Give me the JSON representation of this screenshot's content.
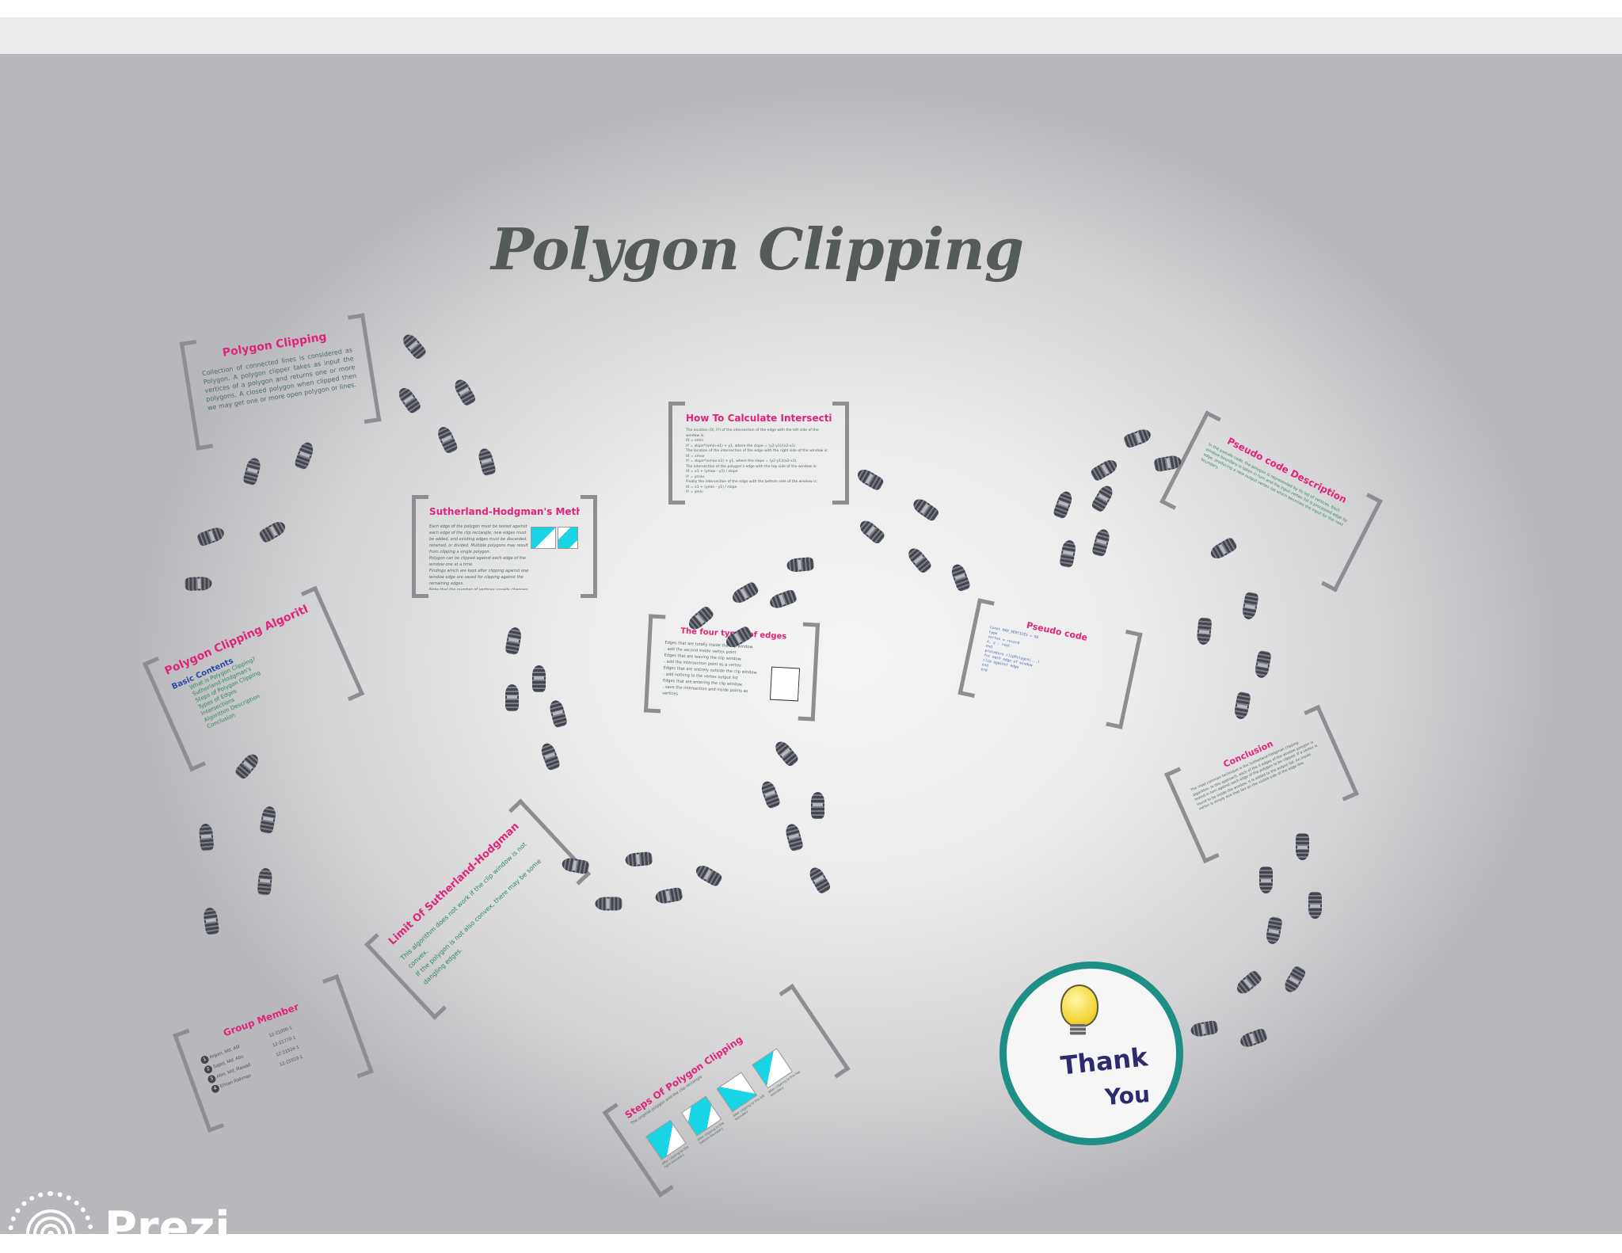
{
  "title": "Polygon Clipping",
  "frames": {
    "intro": {
      "title": "Polygon Clipping",
      "text": "Collection of connected lines is considered as Polygon. A polygon clipper takes as input the vertices of a polygon and returns one or more polygons. A closed polygon when clipped then we may get one or more open polygon or lines."
    },
    "algorithm": {
      "title": "Polygon Clipping Algorithm",
      "subtitle": "Basic Contents",
      "list": "What is Polygon Clipping?\nSutherland-Hodgman's\nSteps of Polygon Clipping\nTypes of Edges\nIntersections\nAlgorithm Description\nConclusion"
    },
    "sutherland": {
      "title": "Sutherland-Hodgman's Method",
      "text": "Each edge of the polygon must be tested against each edge of the clip rectangle; new edges must be added, and existing edges must be discarded, retained, or divided. Multiple polygons may result from clipping a single polygon.\nPolygon can be clipped against each edge of the window one at a time.\nFindings which are kept after clipping against one window edge are saved for clipping against the remaining edges.\nNote that the number of vertices usually changes and will often increases."
    },
    "intersections": {
      "title": "How To Calculate Intersections",
      "text": "The location (IX, IY) of the intersection of the edge with the left side of the window is:\nIX = xmin\nIY = slope*(xmin-x1) + y1, where the slope = (y2-y1)/(x2-x1)\nThe location of the intersection of the edge with the right side of the window is:\nIX = xmax\nIY = slope*(xmax-x1) + y1, where the slope = (y2-y1)/(x2-x1)\nThe intersection of the polygon's edge with the top side of the window is:\nIX = x1 + (ymax - y1) / slope\nIY = ymax\nFinally the intersection of the edge with the bottom side of the window is:\nIX = x1 + (ymin - y1) / slope\nIY = ymin"
    },
    "edges": {
      "title": "The four types of edges",
      "text": "Edges that are totally inside the clip window.\n - add the second inside vertex point\nEdges that are leaving the clip window.\n - add the intersection point as a vertex\nEdges that are entirely outside the clip window.\n - add nothing to the vertex output list\nEdges that are entering the clip window.\n - save the intersection and inside points as vertices"
    },
    "pseudo": {
      "title": "Pseudo code",
      "text": "Const MAX_VERTICES = 50\ntype\n  vertex = record\n    x, y : real\n  end\nprocedure clipPolygon(...)\n  for each edge of window\n    clip against edge\n  end\nend"
    },
    "pseudo_desc": {
      "title": "Pseudo code Description",
      "text": "In the pseudo code, the polygon is represented by its list of vertices. Each window boundary is taken in turn and the input vertex list is processed edge by edge, producing a new output vertex list which becomes the input for the next boundary."
    },
    "limit": {
      "title": "Limit Of Sutherland-Hodgman",
      "text": "This algorithm does not work if the clip window is not convex.\nIf the polygon is not also convex, there may be some dangling edges."
    },
    "steps": {
      "title": "Steps Of Polygon Clipping",
      "caption": "The original polygon and the clip rectangle",
      "c1": "After clipping to the right boundary",
      "c2": "After clipping to the bottom boundary",
      "c3": "After clipping to the left boundary",
      "c4": "After clipping to the top boundary"
    },
    "conclusion": {
      "title": "Conclusion",
      "text": "The most common technique is the Sutherland-Hodgman clipping algorithm. In this approach, each of the 4 edges of the window polygon is tested in turn against each edge of the polygon to be clipped. If a vertex is found to be inside the window, it is added to the output list. An inside vertex is simply one that lies on the visible side of the edge line."
    },
    "group": {
      "title": "Group Member",
      "members": [
        {
          "n": "1",
          "name": "Anjum, Md. Afif",
          "id": "12-21006-1"
        },
        {
          "n": "2",
          "name": "Sajed, Md. Abu",
          "id": "12-21770-1"
        },
        {
          "n": "3",
          "name": "Alim, Md. Rawad",
          "id": "12-21524-1"
        },
        {
          "n": "4",
          "name": "Ehsan Rahman",
          "id": "12-21919-1"
        }
      ]
    }
  },
  "thank_you": {
    "line1": "Thank",
    "line2": "You"
  },
  "prezi": {
    "label": "Prezi"
  },
  "colors": {
    "accent_title": "#e0247a",
    "bracket": "#8d8d92",
    "teal": "#1e8f85",
    "text": "#4a6b62"
  }
}
